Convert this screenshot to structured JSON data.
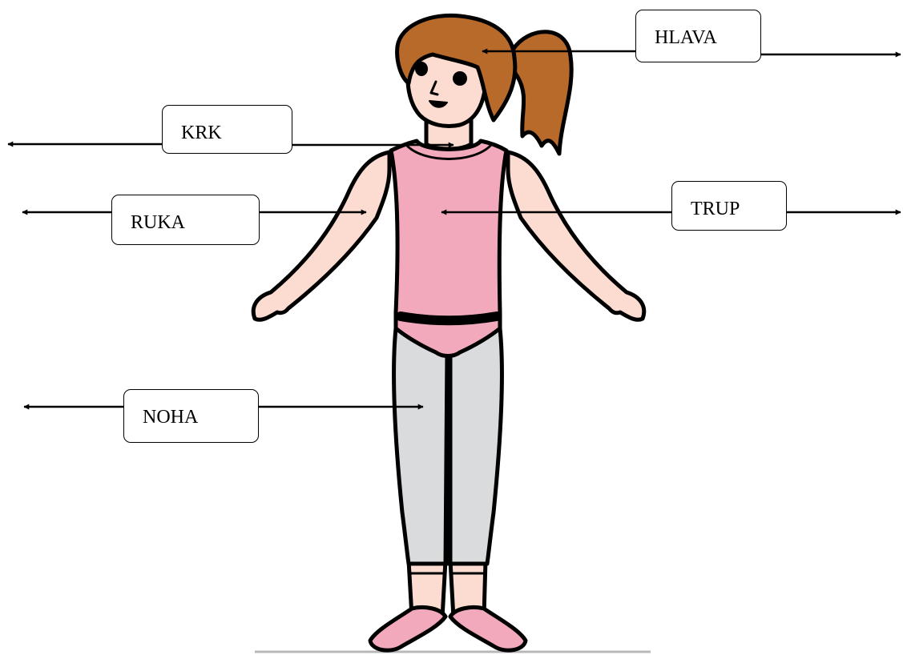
{
  "labels": {
    "hlava": "HLAVA",
    "krk": "KRK",
    "ruka": "RUKA",
    "trup": "TRUP",
    "noha": "NOHA"
  },
  "colors": {
    "skin": "#FCDCD0",
    "hair": "#B86A2A",
    "leotard": "#F2A9BB",
    "leggings": "#D9DBDC",
    "outline": "#000000",
    "ground": "#B8B8B8"
  }
}
